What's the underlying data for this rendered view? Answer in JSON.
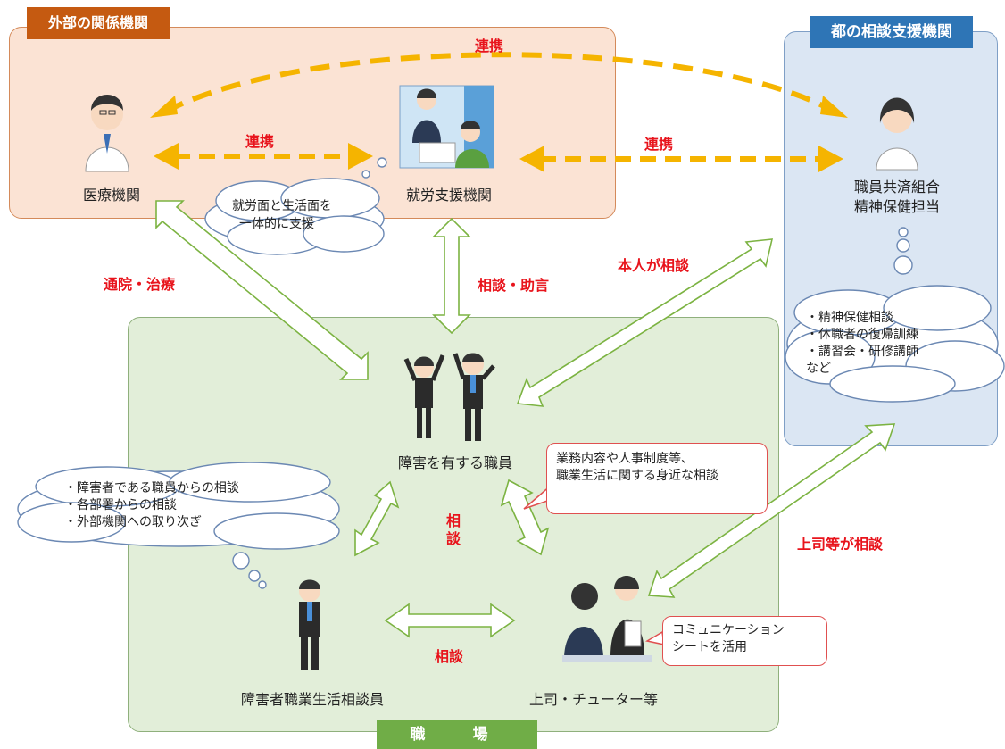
{
  "groups": {
    "external": "外部の関係機関",
    "metro": "都の相談支援機関",
    "workplace": "職　場"
  },
  "nodes": {
    "medical": "医療機関",
    "employment_support": "就労支援機関",
    "mutual_aid_line1": "職員共済組合",
    "mutual_aid_line2": "精神保健担当",
    "employee": "障害を有する職員",
    "counselor": "障害者職業生活相談員",
    "supervisor": "上司・チューター等"
  },
  "edges": {
    "collab_top": "連携",
    "collab_left": "連携",
    "collab_right": "連携",
    "treatment": "通院・治療",
    "advice": "相談・助言",
    "self_consult": "本人が相談",
    "supervisor_consult": "上司等が相談",
    "triangle_vertical_1": "相",
    "triangle_vertical_2": "談",
    "triangle_bottom": "相談"
  },
  "clouds": {
    "support_line1": "就労面と生活面を",
    "support_line2": "一体的に支援",
    "mutual_aid_services": [
      "・精神保健相談",
      "・休職者の復帰訓練",
      "・講習会・研修講師",
      "など"
    ],
    "counselor_duties": [
      "・障害者である職員からの相談",
      "・各部署からの相談",
      "・外部機関への取り次ぎ"
    ]
  },
  "callouts": {
    "workplace_consult_line1": "業務内容や人事制度等、",
    "workplace_consult_line2": "職業生活に関する身近な相談",
    "comm_sheet_line1": "コミュニケーション",
    "comm_sheet_line2": "シートを活用"
  },
  "colors": {
    "external_bg": "#fbe3d4",
    "metro_bg": "#dbe6f3",
    "workplace_bg": "#e2eed9",
    "collab_arrow": "#f5b400",
    "flow_arrow": "#7cb342",
    "label_red": "#e8141c"
  }
}
